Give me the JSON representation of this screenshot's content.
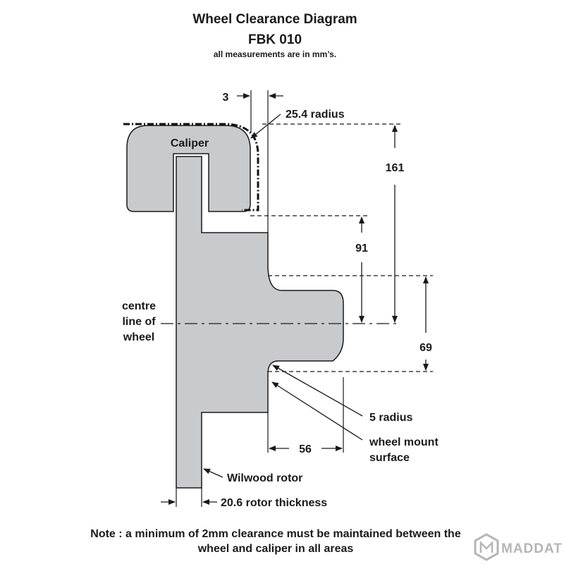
{
  "title": "Wheel Clearance Diagram",
  "model": "FBK 010",
  "units_note": "all measurements are in mm’s.",
  "labels": {
    "caliper": "Caliper",
    "centre_line_1": "centre",
    "centre_line_2": "line of",
    "centre_line_3": "wheel",
    "rotor": "Wilwood rotor",
    "radius_5": "5 radius",
    "radius_25": "25.4 radius",
    "mount_1": "wheel mount",
    "mount_2": "surface",
    "rotor_thickness": "20.6 rotor thickness"
  },
  "dimensions": {
    "offset": "3",
    "height_161": "161",
    "height_91": "91",
    "height_69": "69",
    "width_56": "56"
  },
  "note_line_1": "Note : a minimum of 2mm clearance must be maintained between the",
  "note_line_2": "wheel and caliper in all areas",
  "brand": "MADDAT",
  "colors": {
    "part_fill": "#c9cacc",
    "line": "#1a1a1a",
    "brand": "#b5b5b5"
  }
}
